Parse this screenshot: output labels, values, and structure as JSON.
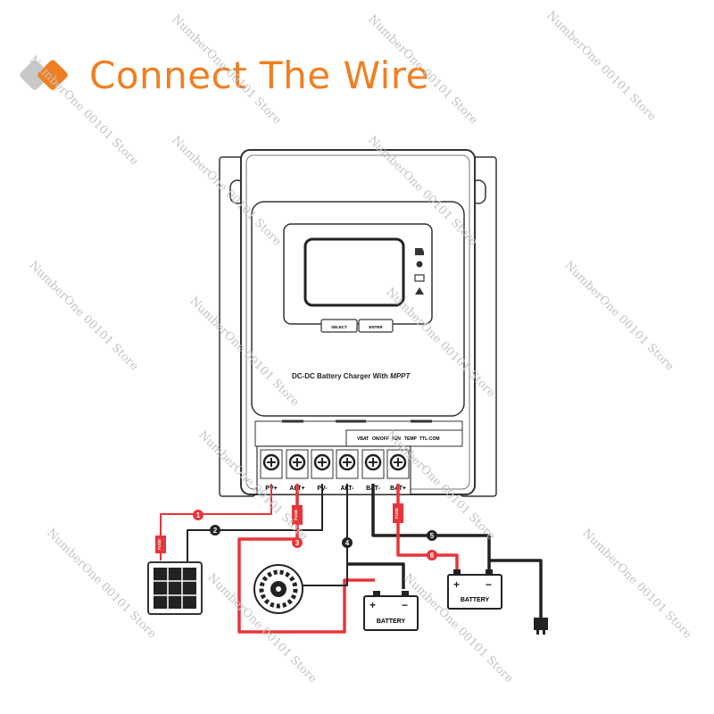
{
  "header": {
    "title": "Connect The Wire"
  },
  "device": {
    "buttons": [
      "SELECT",
      "ENTER"
    ],
    "label_main": "DC-DC Battery Charger With ",
    "label_mppt": "MPPT",
    "aux_terminals": [
      "VBAT",
      "ON/OFF",
      "IGN",
      "TEMP",
      "TTL-COM"
    ],
    "terminals": [
      "PV+",
      "ALT+",
      "PV-",
      "ALT-",
      "BAT-",
      "BAT+"
    ]
  },
  "wires": [
    "1",
    "2",
    "3",
    "4",
    "5",
    "6"
  ],
  "fuse_label": "FUSE",
  "battery_label": "BATTERY",
  "watermark": "NumberOne 00101 Store",
  "colors": {
    "accent": "#f07f22",
    "wire_red": "#e8343a",
    "wire_black": "#222222"
  }
}
